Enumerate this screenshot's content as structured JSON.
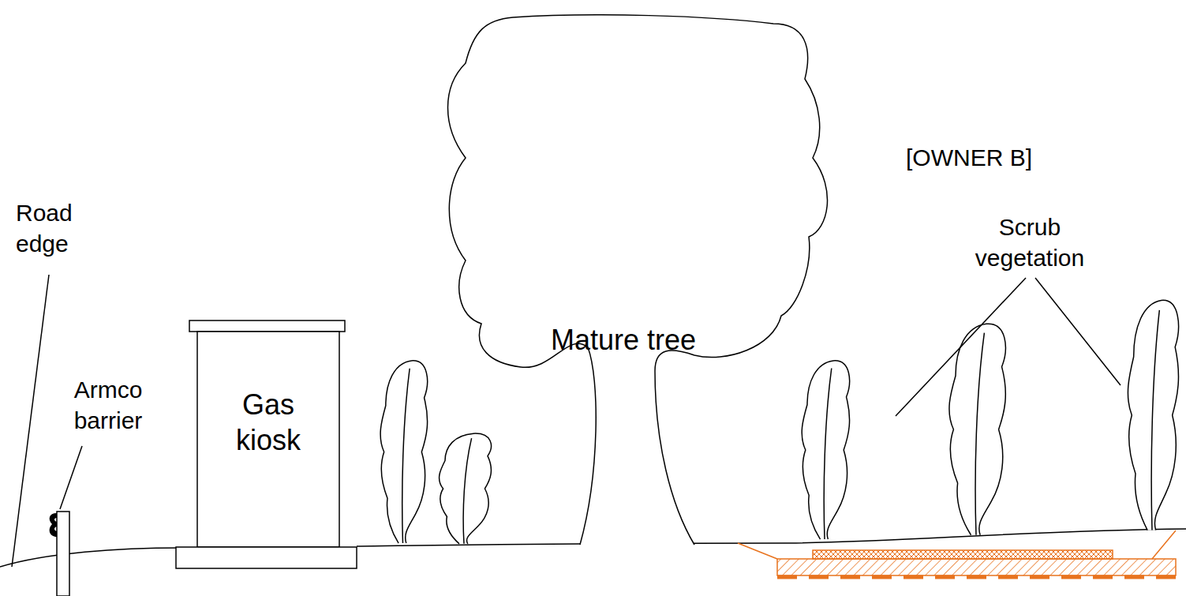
{
  "diagram": {
    "nodes": [
      {
        "text": [
          "Gas kiosk"
        ]
      },
      {
        "text": [
          "Mature tree"
        ]
      }
    ],
    "labels": [
      "Road edge",
      "Armco barrier",
      "[OWNER B]",
      "Scrub vegetation"
    ]
  }
}
